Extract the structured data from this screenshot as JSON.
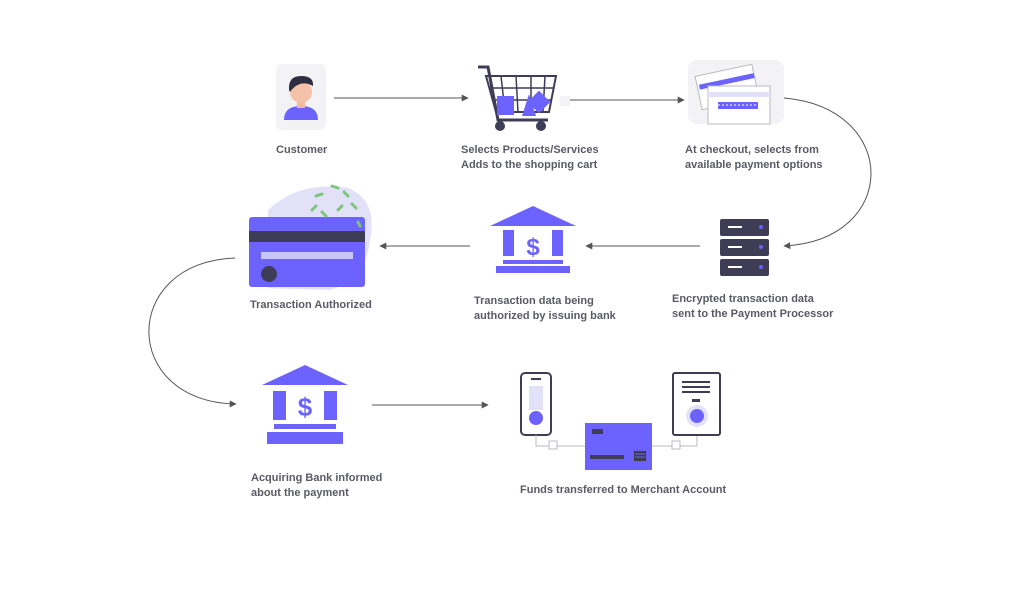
{
  "colors": {
    "accent": "#6c63ff",
    "dark": "#3f3d56",
    "light_accent": "#e3e1f7",
    "green": "#7bc67b",
    "arrow": "#555555",
    "text": "#5a5a66"
  },
  "steps": [
    {
      "id": "customer",
      "icon": "person-avatar-icon",
      "lines": [
        "Customer"
      ]
    },
    {
      "id": "select-products",
      "icon": "shopping-cart-icon",
      "lines": [
        "Selects Products/Services",
        "Adds to the shopping cart"
      ]
    },
    {
      "id": "checkout",
      "icon": "payment-cards-icon",
      "lines": [
        "At checkout, selects from",
        "available payment options"
      ]
    },
    {
      "id": "encrypted",
      "icon": "server-icon",
      "lines": [
        "Encrypted transaction data",
        "sent to the Payment Processor"
      ]
    },
    {
      "id": "issuing-bank",
      "icon": "bank-icon",
      "lines": [
        "Transaction data being",
        "authorized by issuing bank"
      ]
    },
    {
      "id": "authorized",
      "icon": "credit-card-icon",
      "lines": [
        "Transaction Authorized"
      ]
    },
    {
      "id": "acquiring-bank",
      "icon": "bank-icon",
      "lines": [
        "Acquiring Bank informed",
        "about the payment"
      ]
    },
    {
      "id": "funds",
      "icon": "merchant-transfer-icon",
      "lines": [
        "Funds transferred to Merchant Account"
      ]
    }
  ]
}
